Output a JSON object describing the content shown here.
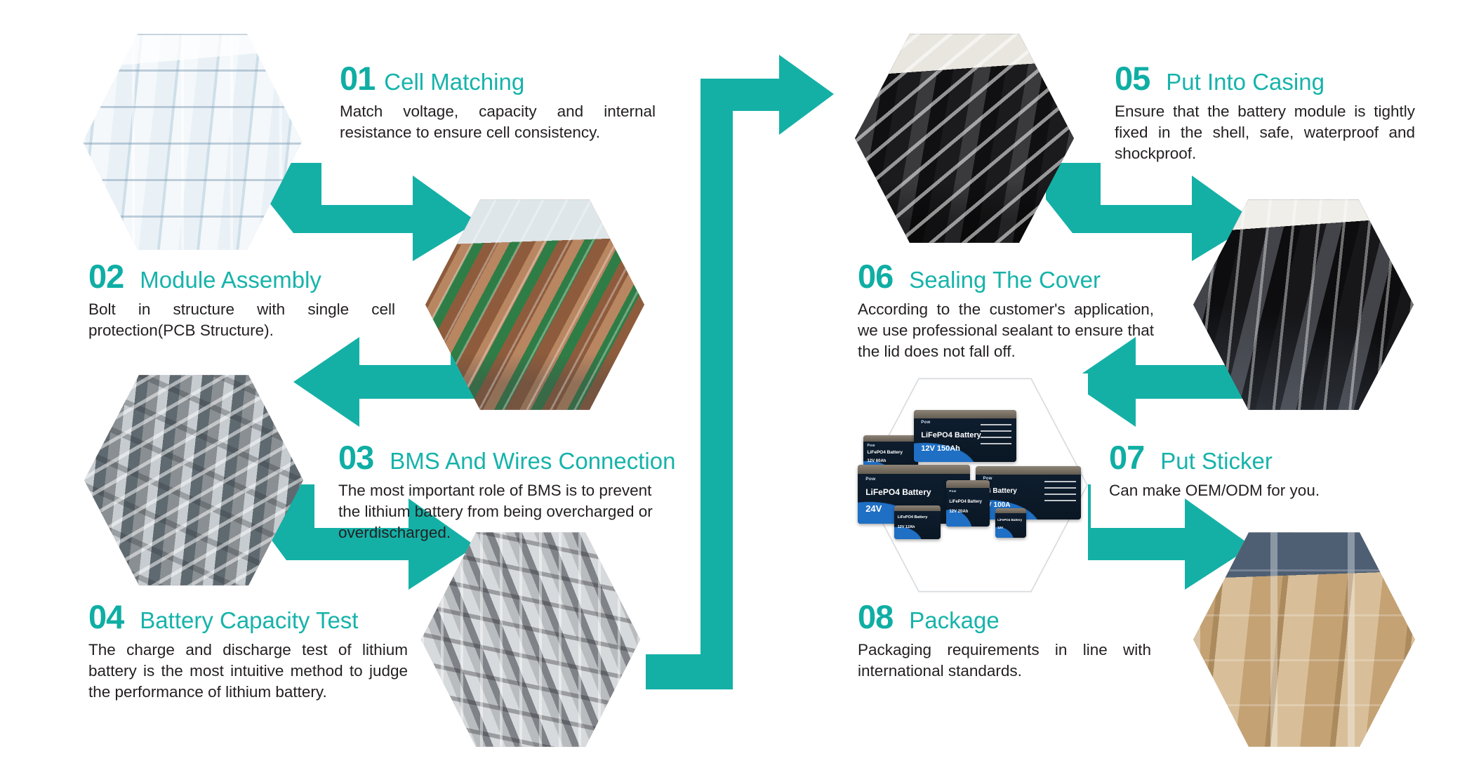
{
  "theme": {
    "accent": "#0FAEA4",
    "title_color": "#16B3AA",
    "body_color": "#231f20",
    "background": "#ffffff"
  },
  "diagram": {
    "type": "process-flow",
    "orientation": "two-column serpentine",
    "step_count": 8
  },
  "steps": [
    {
      "number": "01",
      "title": "Cell Matching",
      "body": "Match voltage, capacity and internal resistance to ensure cell consistency.",
      "image_caption": "battery-cell-formation-grading-racks"
    },
    {
      "number": "02",
      "title": "Module Assembly",
      "body": "Bolt in structure with single cell protection(PCB Structure).",
      "image_caption": "assembled-battery-modules-on-workbench"
    },
    {
      "number": "03",
      "title": "BMS And Wires Connection",
      "body": "The most important role of BMS is to prevent the lithium battery from being overcharged or overdischarged.",
      "image_caption": "bms-boards-and-wiring-harness"
    },
    {
      "number": "04",
      "title": "Battery Capacity Test",
      "body": "The charge and discharge test of lithium battery is the most intuitive method to judge the performance of lithium battery.",
      "image_caption": "capacity-test-station-with-cables"
    },
    {
      "number": "05",
      "title": "Put  Into Casing",
      "body": "Ensure that the battery module is tightly fixed in the shell, safe, waterproof and shockproof.",
      "image_caption": "modules-placed-into-black-cases"
    },
    {
      "number": "06",
      "title": "Sealing The Cover",
      "body": "According to the customer's application, we use professional sealant to ensure that the lid does not fall off.",
      "image_caption": "sealed-battery-covers-on-line"
    },
    {
      "number": "07",
      "title": "Put Sticker",
      "body": "Can make OEM/ODM for you.",
      "image_caption": "finished-labelled-lifepo4-battery-range"
    },
    {
      "number": "08",
      "title": "Package",
      "body": "Packaging requirements in line with international standards.",
      "image_caption": "cartons-stacked-on-pallets-in-warehouse"
    }
  ],
  "product_labels": {
    "brand": "Pow",
    "big": {
      "name": "LiFePO4 Battery",
      "spec": "12V 150Ah"
    },
    "wide": {
      "name": "LiFePO4 Battery",
      "spec": "24V"
    },
    "right": {
      "name": "04 Battery",
      "spec": "2V 100A"
    },
    "mid": {
      "name": "LiFePO4 Battery",
      "spec": "12V 20Ah"
    },
    "small_left": {
      "name": "LiFePO4 Battery",
      "spec": "12V 60Ah"
    },
    "small_front": {
      "name": "LiFePO4 Battery",
      "spec": "12V 12Ah"
    },
    "small_right": {
      "name": "LiFePO4 Battery",
      "spec": "12V"
    }
  },
  "arrows": [
    {
      "name": "arrow-step01-to-step02",
      "direction": "down-then-right"
    },
    {
      "name": "arrow-step02-to-step03",
      "direction": "down-then-left"
    },
    {
      "name": "arrow-step03-to-step04",
      "direction": "down-then-right"
    },
    {
      "name": "arrow-step04-to-step05",
      "direction": "left-then-up-then-right"
    },
    {
      "name": "arrow-step05-to-step06",
      "direction": "down-then-right"
    },
    {
      "name": "arrow-step06-to-step07",
      "direction": "down-then-left"
    },
    {
      "name": "arrow-step07-to-step08",
      "direction": "down-then-right"
    }
  ]
}
